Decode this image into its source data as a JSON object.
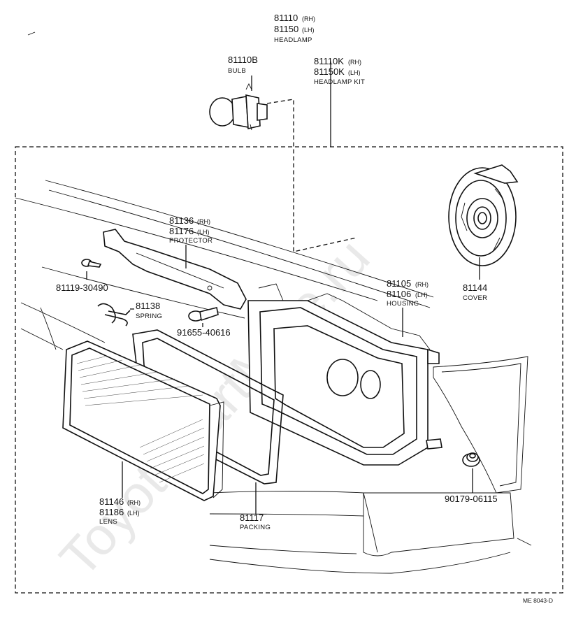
{
  "diagram": {
    "watermark": "ToyotaPartMine.ru",
    "drawing_code": "ME 8043-D",
    "labels": {
      "headlamp": {
        "line1": "81110",
        "sfx1": "(RH)",
        "line2": "81150",
        "sfx2": "(LH)",
        "name": "HEADLAMP"
      },
      "bulb": {
        "line1": "81110B",
        "name": "BULB"
      },
      "headlamp_kit": {
        "line1": "81110K",
        "sfx1": "(RH)",
        "line2": "81150K",
        "sfx2": "(LH)",
        "name": "HEADLAMP KIT"
      },
      "protector": {
        "line1": "81136",
        "sfx1": "(RH)",
        "line2": "81176",
        "sfx2": "(LH)",
        "name": "PROTECTOR"
      },
      "screw": {
        "line1": "81119-30490"
      },
      "spring": {
        "line1": "81138",
        "name": "SPRING"
      },
      "bolt": {
        "line1": "91655-40616"
      },
      "housing": {
        "line1": "81105",
        "sfx1": "(RH)",
        "line2": "81106",
        "sfx2": "(LH)",
        "name": "HOUSING"
      },
      "cover": {
        "line1": "81144",
        "name": "COVER"
      },
      "grommet": {
        "line1": "90179-06115"
      },
      "lens": {
        "line1": "81146",
        "sfx1": "(RH)",
        "line2": "81186",
        "sfx2": "(LH)",
        "name": "LENS"
      },
      "packing": {
        "line1": "81117",
        "name": "PACKING"
      }
    }
  }
}
